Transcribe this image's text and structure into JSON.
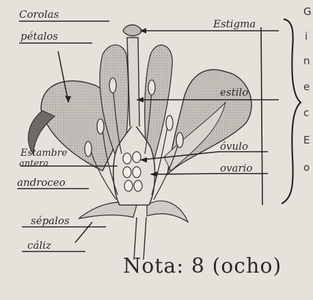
{
  "labels": {
    "petals": "Corolas",
    "petals2": "pétalos",
    "stigma": "Estigma",
    "style": "estilo",
    "stamen1": "Estambre",
    "stamen2": "antera",
    "androecium": "androceo",
    "ovule": "óvulo",
    "ovary": "ovario",
    "sepals": "sépalos",
    "calyx": "cáliz"
  },
  "grade": "Nota: 8 (ocho)",
  "edge_letters": [
    "G",
    "i",
    "n",
    "e",
    "c",
    "E",
    "o"
  ],
  "colors": {
    "ink": "#2a2a2a",
    "paper": "#e6e2db",
    "shade": "#b8b4ae"
  }
}
